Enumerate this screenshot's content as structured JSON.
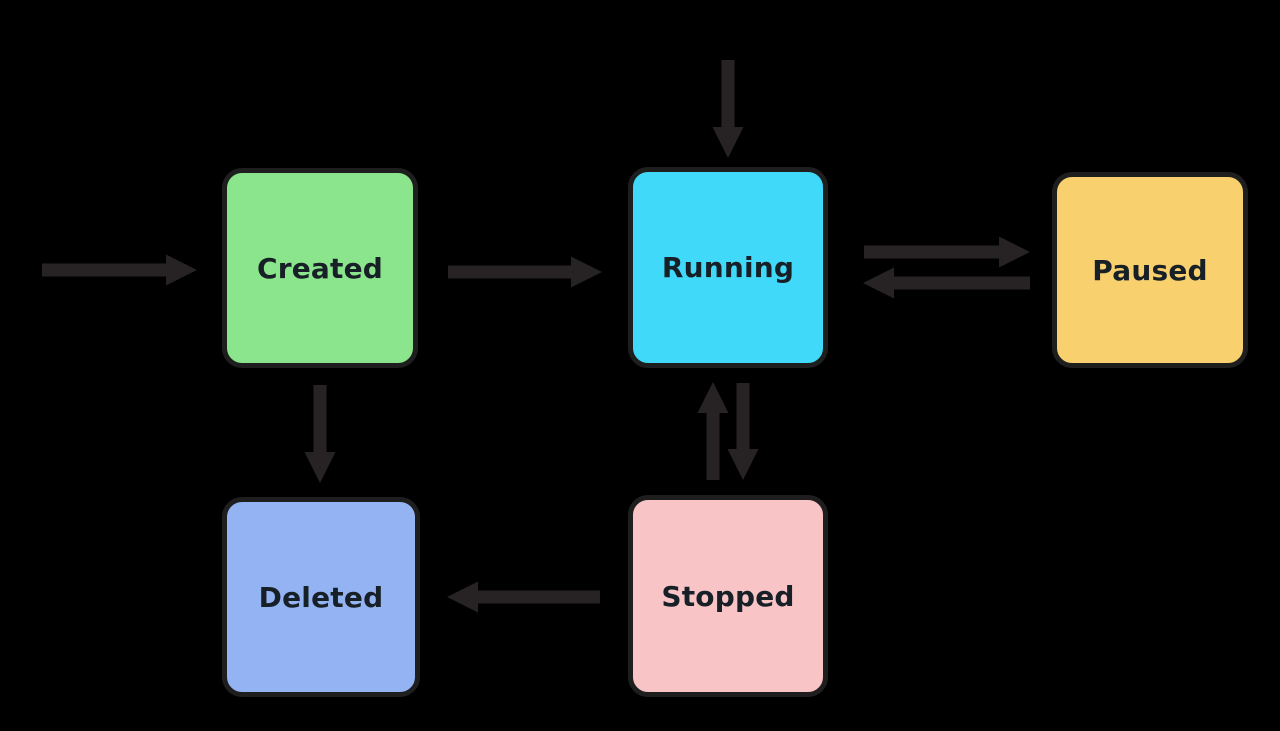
{
  "diagram": {
    "type": "state-machine",
    "background_color": "#000000",
    "arrow_color": "#272325",
    "node_border_color": "#1e1e1e",
    "node_text_color": "#182027",
    "nodes": [
      {
        "id": "created",
        "label": "Created",
        "fill": "#8AE58C"
      },
      {
        "id": "running",
        "label": "Running",
        "fill": "#40D9F9"
      },
      {
        "id": "paused",
        "label": "Paused",
        "fill": "#F8D16E"
      },
      {
        "id": "deleted",
        "label": "Deleted",
        "fill": "#94B3F2"
      },
      {
        "id": "stopped",
        "label": "Stopped",
        "fill": "#F9C4C6"
      }
    ],
    "edges": [
      {
        "id": "start-to-created",
        "from": "(external)",
        "to": "created",
        "direction": "right"
      },
      {
        "id": "created-to-running",
        "from": "created",
        "to": "running",
        "direction": "right"
      },
      {
        "id": "top-to-running",
        "from": "(external)",
        "to": "running",
        "direction": "down"
      },
      {
        "id": "running-to-paused",
        "from": "running",
        "to": "paused",
        "direction": "right"
      },
      {
        "id": "paused-to-running",
        "from": "paused",
        "to": "running",
        "direction": "left"
      },
      {
        "id": "stopped-to-running",
        "from": "stopped",
        "to": "running",
        "direction": "up"
      },
      {
        "id": "running-to-stopped",
        "from": "running",
        "to": "stopped",
        "direction": "down"
      },
      {
        "id": "created-to-deleted",
        "from": "created",
        "to": "deleted",
        "direction": "down"
      },
      {
        "id": "stopped-to-deleted",
        "from": "stopped",
        "to": "deleted",
        "direction": "left"
      }
    ]
  }
}
